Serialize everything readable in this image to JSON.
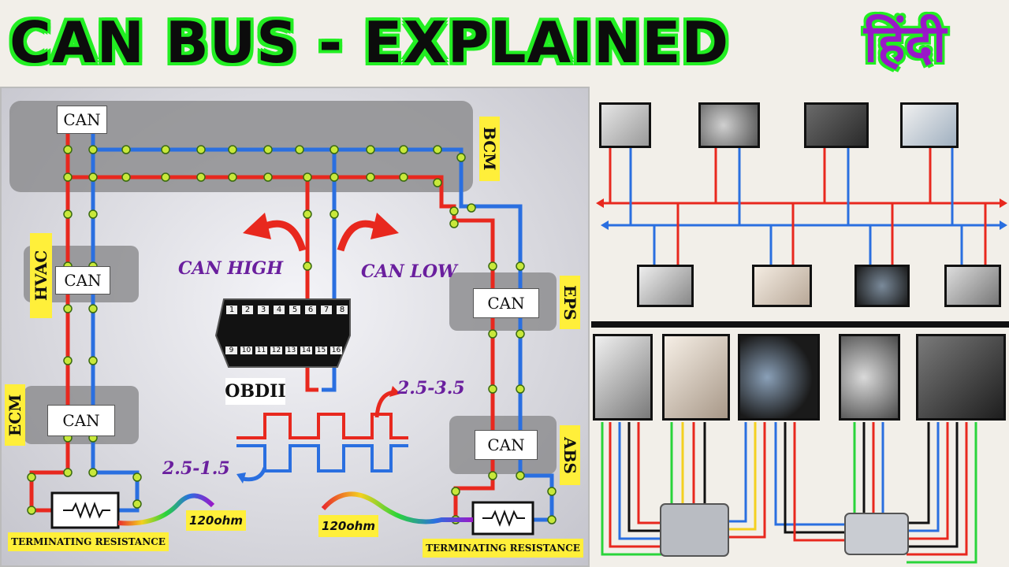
{
  "title": {
    "main": "CAN BUS - EXPLAINED",
    "hindi": "हिंदी"
  },
  "left_diagram": {
    "nodes": {
      "bcm": "BCM",
      "hvac": "HVAC",
      "ecm": "ECM",
      "eps": "EPS",
      "abs": "ABS"
    },
    "can_label": "CAN",
    "can_high": "CAN HIGH",
    "can_low": "CAN LOW",
    "obd_label": "OBDII",
    "obd_pins_top": [
      "1",
      "2",
      "3",
      "4",
      "5",
      "6",
      "7",
      "8"
    ],
    "obd_pins_bottom": [
      "9",
      "10",
      "11",
      "12",
      "13",
      "14",
      "15",
      "16"
    ],
    "voltage_high": "2.5-3.5",
    "voltage_low": "2.5-1.5",
    "resistance_left": "120ohm",
    "resistance_right": "120ohm",
    "terminating_left": "TERMINATING RESISTANCE",
    "terminating_right": "TERMINATING RESISTANCE"
  },
  "colors": {
    "can_high_wire": "#e8281e",
    "can_low_wire": "#2a6fe0",
    "node_dot": "#c8e83a",
    "title_outline": "#22ee22",
    "hindi_color": "#9a18c8",
    "label_bg": "#ffef3a",
    "voltage_text": "#6a1f9e"
  },
  "icons": {
    "resistor": "resistor-icon",
    "arrow_left": "curved-arrow-left-icon",
    "arrow_right": "curved-arrow-right-icon"
  }
}
